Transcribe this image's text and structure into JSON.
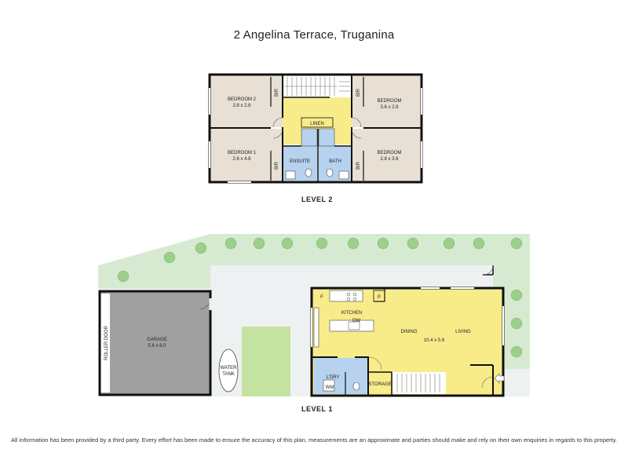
{
  "title": "2 Angelina Terrace, Truganina",
  "level2": {
    "label": "LEVEL 2",
    "bedroom2": {
      "name": "BEDROOM 2",
      "dims": "3.8 x 2.8"
    },
    "bedroom_top_right": {
      "name": "BEDROOM",
      "dims": "3.6 x 2.8"
    },
    "bedroom1": {
      "name": "BEDROOM 1",
      "dims": "2.6 x 4.8"
    },
    "bedroom_bottom_right": {
      "name": "BEDROOM",
      "dims": "2.8 x 3.6"
    },
    "linen": "LINEN",
    "ensuite": "ENSUITE",
    "bath": "BATH",
    "bir": "BIR"
  },
  "level1": {
    "label": "LEVEL 1",
    "garage": {
      "name": "GARAGE",
      "dims": "5.6 x 6.0"
    },
    "roller_door": "ROLLER DOOR",
    "water_tank": [
      "WATER",
      "TANK"
    ],
    "kitchen": "KITCHEN",
    "dw": "DW",
    "pantry": "P",
    "fridge": "F",
    "dining": "DINING",
    "living": "LIVING",
    "living_dims": "10.4 x 5.6",
    "laundry": "L'DRY",
    "wm": "WM",
    "storage": "STORAGE"
  },
  "disclaimer": "All information has been provided by a third party. Every effort has been made to ensure the accuracy of this plan, measurements are an approximate and parties should make and rely on their own enquiries in regards to this property.",
  "colors": {
    "bedroom": "#e8e0d4",
    "hall": "#f8ec8a",
    "wet": "#b6d2ee",
    "garage": "#a0a0a0",
    "lawn": "#d6ead2",
    "paving": "#eef1f1",
    "plant": "#9ccf8a"
  }
}
